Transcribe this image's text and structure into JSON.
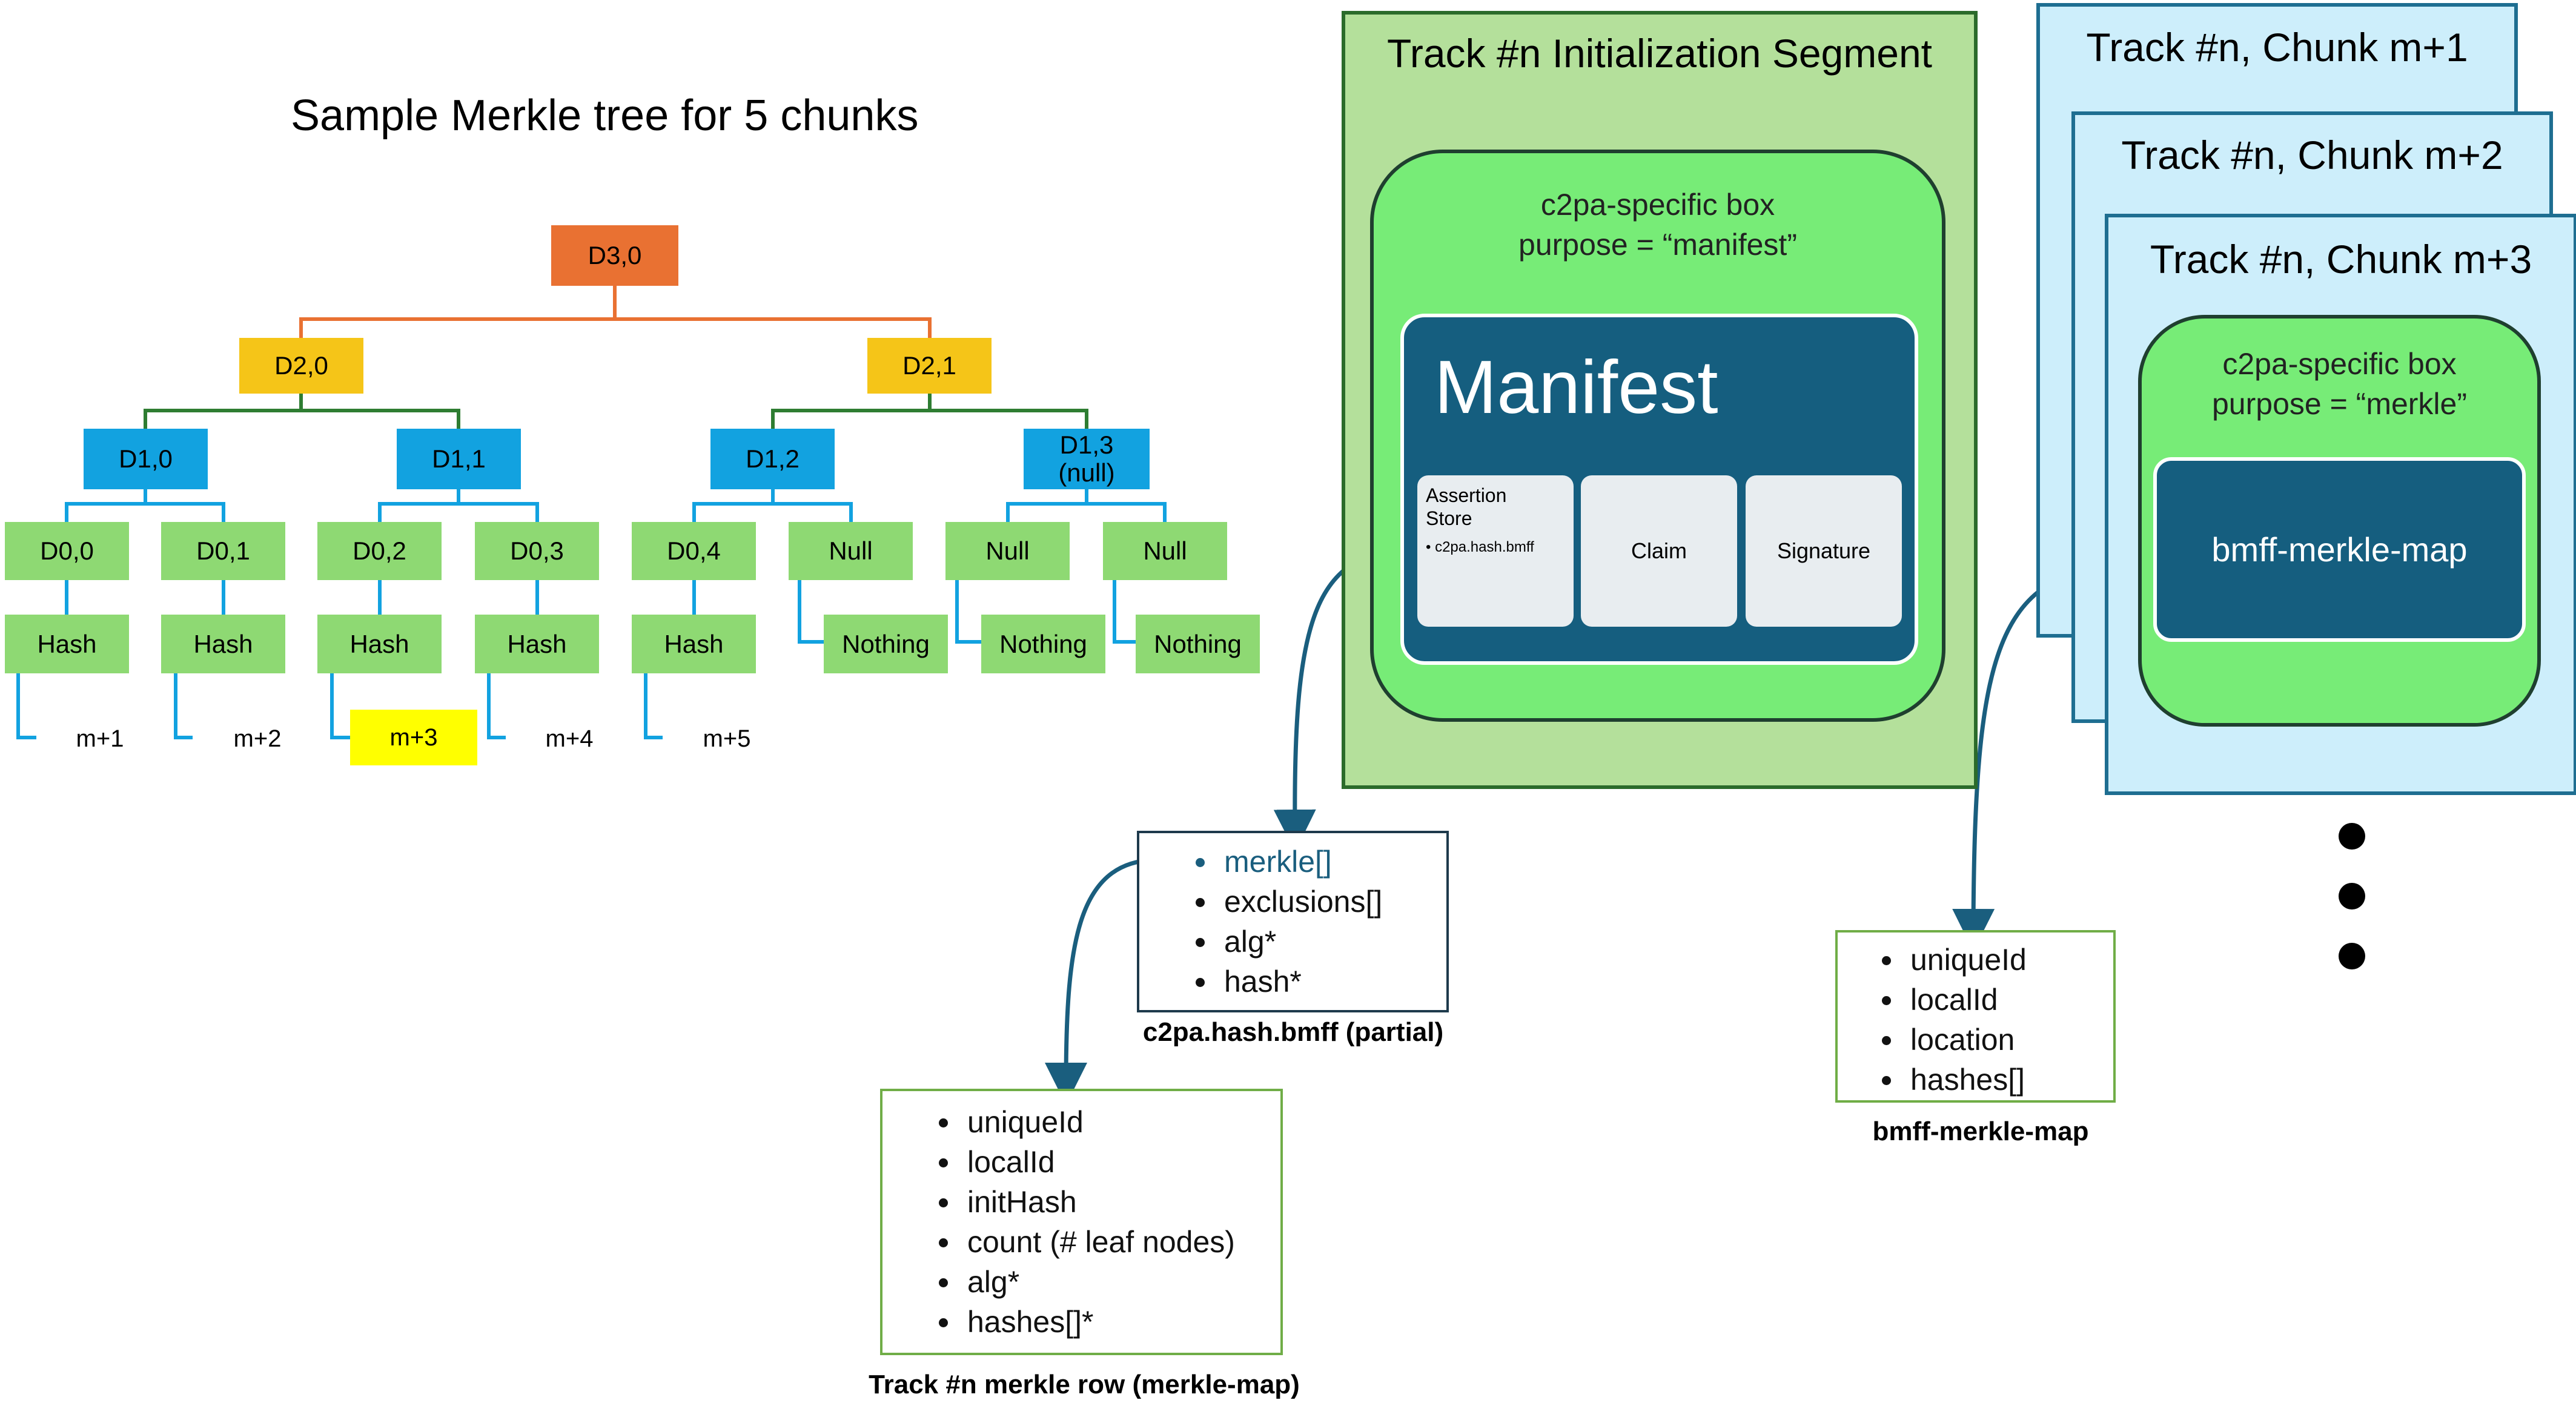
{
  "tree": {
    "title": "Sample Merkle tree for 5 chunks",
    "root": "D3,0",
    "level2": [
      "D2,0",
      "D2,1"
    ],
    "level1": [
      "D1,0",
      "D1,1",
      "D1,2",
      "D1,3\n(null)"
    ],
    "level0": [
      "D0,0",
      "D0,1",
      "D0,2",
      "D0,3",
      "D0,4",
      "Null",
      "Null",
      "Null"
    ],
    "hashes": [
      "Hash",
      "Hash",
      "Hash",
      "Hash",
      "Hash",
      "Nothing",
      "Nothing",
      "Nothing"
    ],
    "chunks": [
      "m+1",
      "m+2",
      "m+3",
      "m+4",
      "m+5"
    ],
    "highlighted_chunk": "m+3"
  },
  "init_segment": {
    "title": "Track #n Initialization Segment",
    "box_title": "c2pa-specific box\npurpose = “manifest”",
    "manifest_title": "Manifest",
    "assertion_store": "Assertion\nStore",
    "assertion_bullet": "c2pa.hash.bmff",
    "claim": "Claim",
    "signature": "Signature"
  },
  "chunk_cards": {
    "card1": "Track #n, Chunk m+1",
    "card2": "Track #n, Chunk m+2",
    "card3": "Track #n, Chunk m+3",
    "box_title": "c2pa-specific box\npurpose = “merkle”",
    "map_label": "bmff-merkle-map"
  },
  "hash_bmff": {
    "items": [
      "merkle[]",
      "exclusions[]",
      "alg*",
      "hash*"
    ],
    "caption": "c2pa.hash.bmff (partial)"
  },
  "merkle_row": {
    "items": [
      "uniqueId",
      "localId",
      "initHash",
      "count (# leaf nodes)",
      "alg*",
      "hashes[]*"
    ],
    "caption": "Track #n  merkle row (merkle-map)"
  },
  "merkle_map": {
    "items": [
      "uniqueId",
      "localId",
      "location",
      "hashes[]"
    ],
    "caption": "bmff-merkle-map"
  },
  "colors": {
    "orange": "#e97132",
    "gold": "#f5c518",
    "blue": "#12a2e0",
    "green": "#8ed973",
    "init_bg": "#b4e09b",
    "box_green": "#77ec77",
    "manifest_navy": "#155e7f",
    "card_blue": "#cdeefb",
    "arrow": "#1a5e7e"
  }
}
